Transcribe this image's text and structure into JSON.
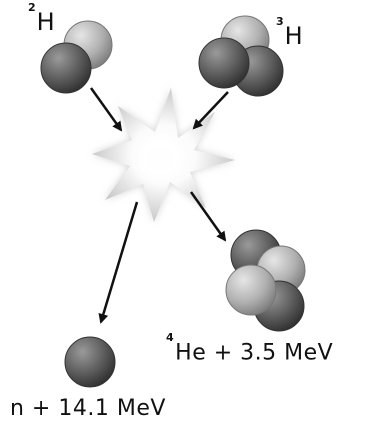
{
  "deuterium": {
    "mass_number": "2",
    "symbol": "H"
  },
  "tritium": {
    "mass_number": "3",
    "symbol": "H"
  },
  "helium": {
    "mass_number": "4",
    "text": "He + 3.5 MeV"
  },
  "neutron": {
    "text": "n + 14.1 MeV"
  },
  "colors": {
    "neutron_dark": "#4a4a4a",
    "proton_light": "#a9a9a9",
    "arrow": "#111111",
    "flash_glow": "#d9d9d9"
  }
}
